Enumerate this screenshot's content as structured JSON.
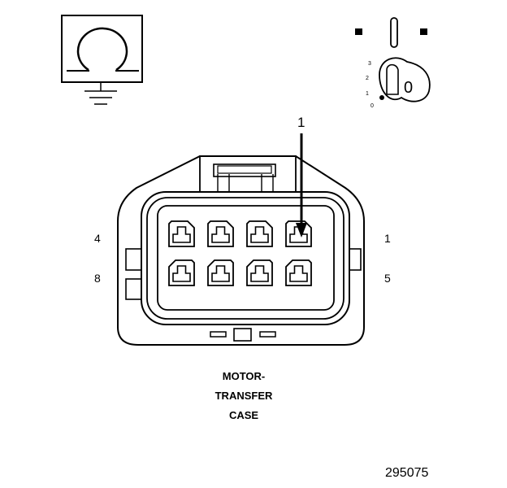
{
  "icons": {
    "ohmmeter": "ohm-ground-symbol-icon",
    "ignition": "ignition-key-switch-icon",
    "key_positions": [
      "3",
      "2",
      "1",
      "0"
    ],
    "key_face": "0"
  },
  "connector": {
    "callout": "1",
    "pin_labels": {
      "top_left": "4",
      "top_right": "1",
      "bottom_left": "8",
      "bottom_right": "5"
    },
    "rows": 2,
    "cavities_per_row": 4
  },
  "caption": {
    "line1": "MOTOR-",
    "line2": "TRANSFER",
    "line3": "CASE"
  },
  "figure_number": "295075"
}
